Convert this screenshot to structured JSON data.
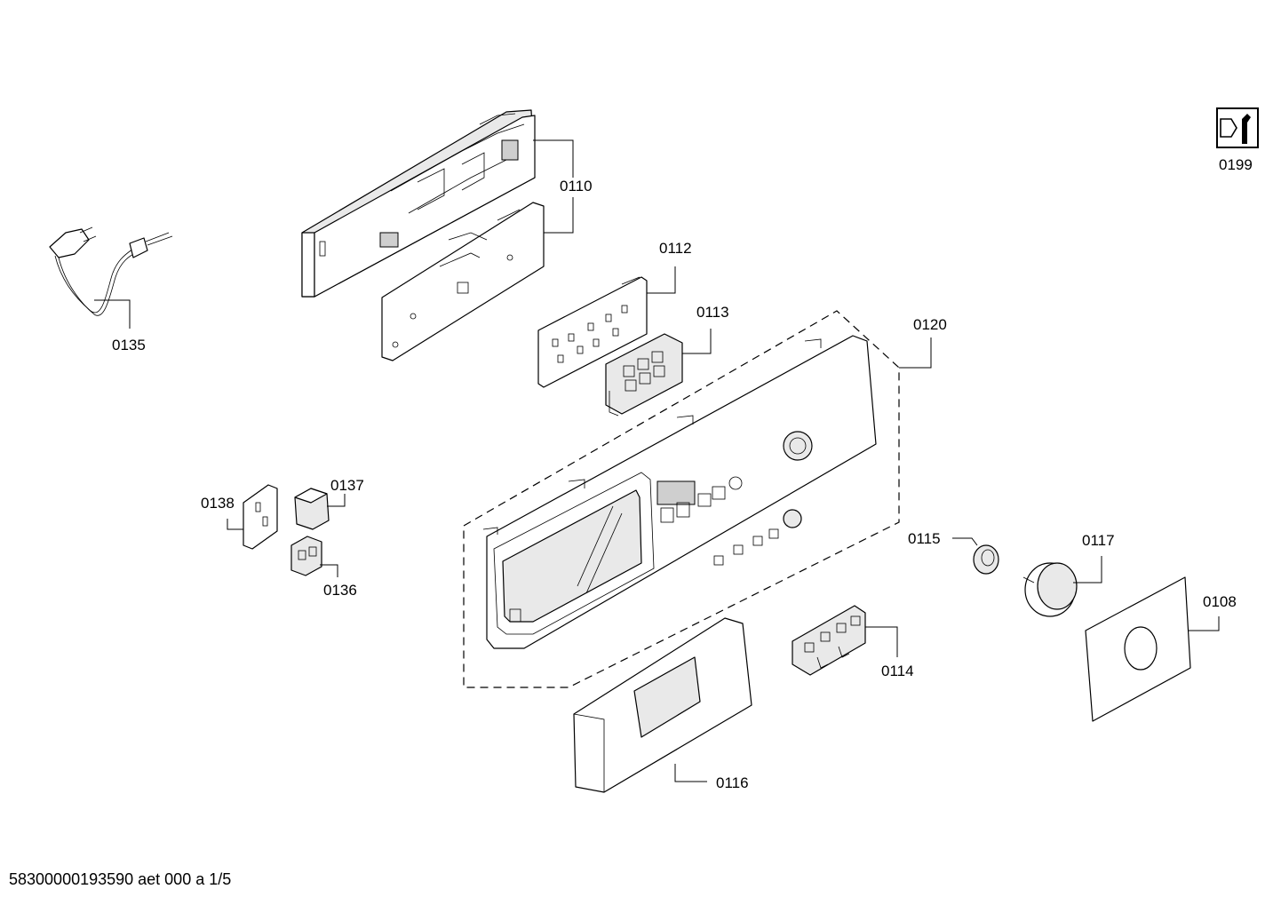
{
  "parts": [
    {
      "id": "p0110",
      "label": "0110"
    },
    {
      "id": "p0112",
      "label": "0112"
    },
    {
      "id": "p0113",
      "label": "0113"
    },
    {
      "id": "p0120",
      "label": "0120"
    },
    {
      "id": "p0135",
      "label": "0135"
    },
    {
      "id": "p0138",
      "label": "0138"
    },
    {
      "id": "p0137",
      "label": "0137"
    },
    {
      "id": "p0136",
      "label": "0136"
    },
    {
      "id": "p0115",
      "label": "0115"
    },
    {
      "id": "p0117",
      "label": "0117"
    },
    {
      "id": "p0108",
      "label": "0108"
    },
    {
      "id": "p0114",
      "label": "0114"
    },
    {
      "id": "p0116",
      "label": "0116"
    },
    {
      "id": "p0199",
      "label": "0199"
    }
  ],
  "footer": {
    "code": "58300000193590 aet 000 a 1/5"
  },
  "icons": {
    "service": "wrench-service-icon"
  }
}
